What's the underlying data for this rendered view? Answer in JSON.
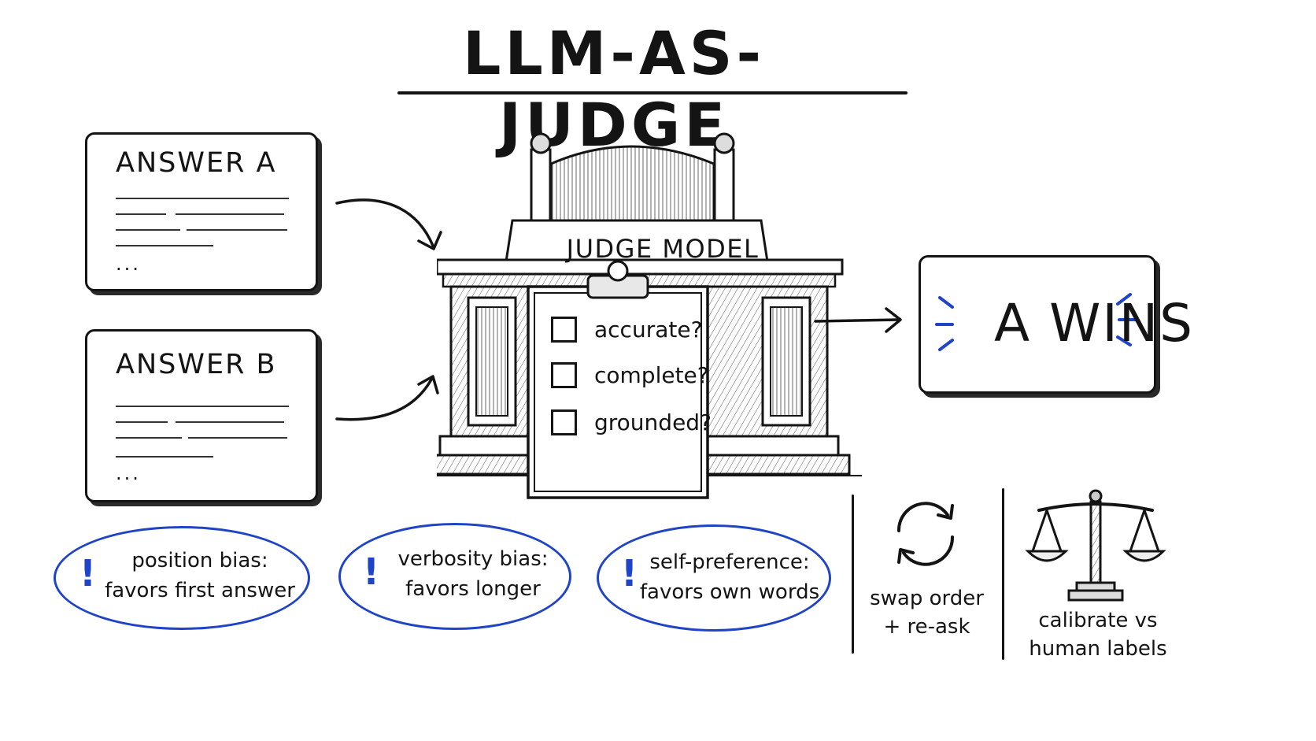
{
  "title": "LLM-AS-JUDGE",
  "answers": [
    {
      "label": "ANSWER A",
      "ellipsis": "..."
    },
    {
      "label": "ANSWER B",
      "ellipsis": "..."
    }
  ],
  "judge": {
    "label": "JUDGE MODEL",
    "criteria": [
      "accurate?",
      "complete?",
      "grounded?"
    ]
  },
  "result": "A WINS",
  "biases": [
    {
      "mark": "!",
      "line1": "position bias:",
      "line2": "favors first answer"
    },
    {
      "mark": "!",
      "line1": "verbosity bias:",
      "line2": "favors longer"
    },
    {
      "mark": "!",
      "line1": "self-preference:",
      "line2": "favors own words"
    }
  ],
  "mitigations": [
    {
      "icon": "refresh-cycle-icon",
      "line1": "swap order",
      "line2": "+ re-ask"
    },
    {
      "icon": "balance-scale-icon",
      "line1": "calibrate vs",
      "line2": "human labels"
    }
  ],
  "colors": {
    "ink": "#141414",
    "accent": "#1f44c8",
    "background": "#ffffff"
  }
}
